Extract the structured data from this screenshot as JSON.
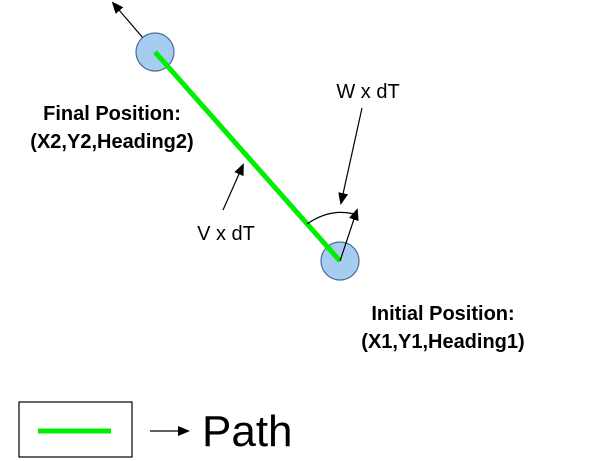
{
  "diagram": {
    "final_position": {
      "title": "Final Position:",
      "coords": "(X2,Y2,Heading2)"
    },
    "initial_position": {
      "title": "Initial Position:",
      "coords": "(X1,Y1,Heading1)"
    },
    "velocity_label": "V x dT",
    "angular_label": "W x dT",
    "legend": {
      "label": "Path"
    }
  },
  "colors": {
    "path": "#00ee00",
    "robot_fill": "#a6ccf0",
    "robot_stroke": "#4a6f9a",
    "ink": "#000000"
  },
  "icons": {
    "robot": "circle",
    "heading": "arrow",
    "legend_arrow": "arrow-right-icon"
  }
}
